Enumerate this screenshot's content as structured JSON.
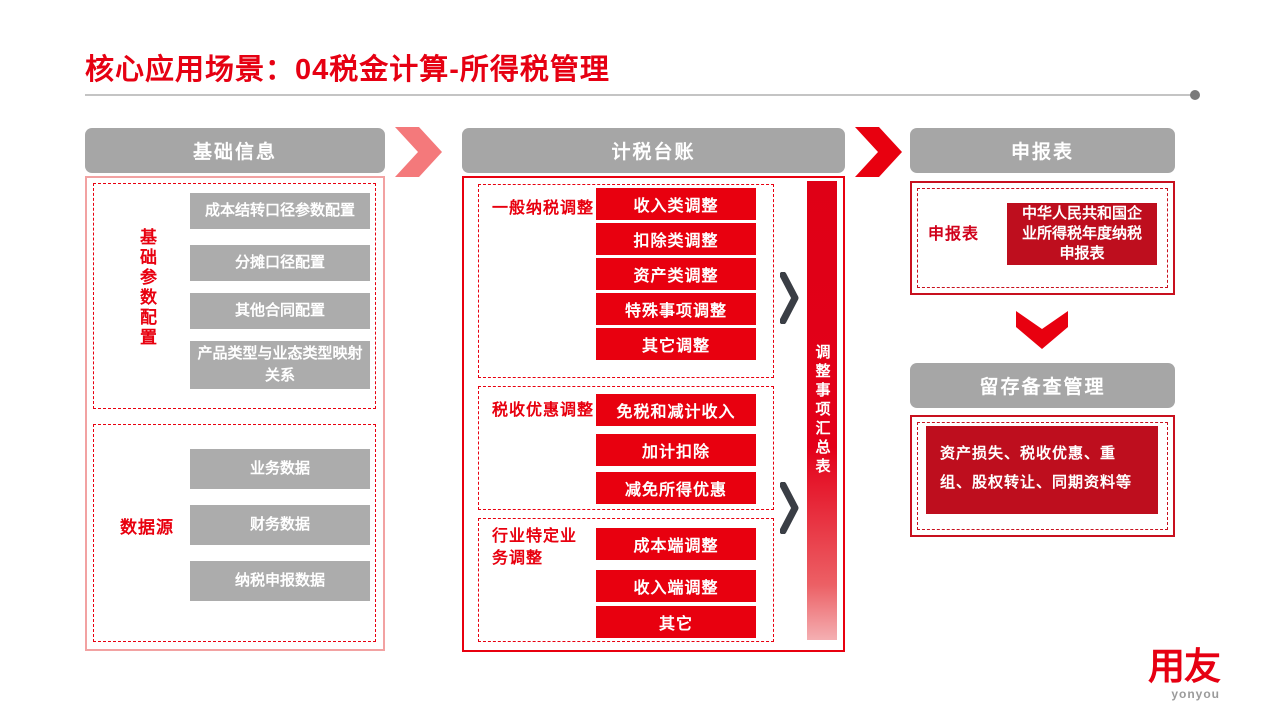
{
  "title": "核心应用场景：04税金计算-所得税管理",
  "columns": {
    "basic_info": {
      "header": "基础信息",
      "param_group": {
        "label": "基础参数配置",
        "items": [
          "成本结转口径参数配置",
          "分摊口径配置",
          "其他合同配置",
          "产品类型与业态类型映射关系"
        ]
      },
      "datasource_group": {
        "label": "数据源",
        "items": [
          "业务数据",
          "财务数据",
          "纳税申报数据"
        ]
      }
    },
    "tax_ledger": {
      "header": "计税台账",
      "sections": [
        {
          "label": "一般纳税调整",
          "items": [
            "收入类调整",
            "扣除类调整",
            "资产类调整",
            "特殊事项调整",
            "其它调整"
          ]
        },
        {
          "label": "税收优惠调整",
          "items": [
            "免税和减计收入",
            "加计扣除",
            "减免所得优惠"
          ]
        },
        {
          "label": "行业特定业务调整",
          "items": [
            "成本端调整",
            "收入端调整",
            "其它"
          ]
        }
      ],
      "summary_bar": "调整事项汇总表"
    },
    "declaration": {
      "header": "申报表",
      "label": "申报表",
      "form_box": "中华人民共和国企业所得税年度纳税申报表",
      "retention": {
        "header": "留存备查管理",
        "box": "资产损失、税收优惠、重组、股权转让、同期资料等"
      }
    }
  },
  "logo": {
    "cn": "用友",
    "en": "yonyou"
  },
  "colors": {
    "brand_red": "#E60012",
    "bright_red": "#E8000F",
    "dark_red": "#BE0E1E",
    "salmon": "#F4797B",
    "gray_header": "#A6A6A6",
    "gray_box": "#ACACAC"
  }
}
